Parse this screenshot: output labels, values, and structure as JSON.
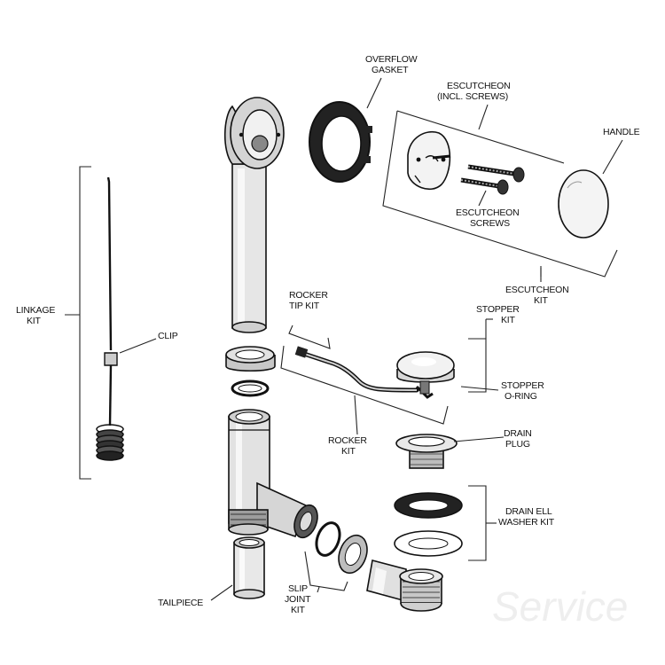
{
  "diagram": {
    "labels": {
      "overflow_gasket": [
        "OVERFLOW",
        "GASKET"
      ],
      "escutcheon_incl_screws": [
        "ESCUTCHEON",
        "(INCL. SCREWS)"
      ],
      "handle": [
        "HANDLE"
      ],
      "escutcheon_screws": [
        "ESCUTCHEON",
        "SCREWS"
      ],
      "escutcheon_kit": [
        "ESCUTCHEON",
        "KIT"
      ],
      "linkage_kit": [
        "LINKAGE",
        "KIT"
      ],
      "clip": [
        "CLIP"
      ],
      "rocker_tip_kit": [
        "ROCKER",
        "TIP KIT"
      ],
      "stopper_kit": [
        "STOPPER",
        "KIT"
      ],
      "stopper_oring": [
        "STOPPER",
        "O-RING"
      ],
      "rocker_kit": [
        "ROCKER",
        "KIT"
      ],
      "drain_plug": [
        "DRAIN",
        "PLUG"
      ],
      "drain_ell_washer_kit": [
        "DRAIN ELL",
        "WASHER KIT"
      ],
      "tailpiece": [
        "TAILPIECE"
      ],
      "slip_joint_kit": [
        "SLIP",
        "JOINT",
        "KIT"
      ]
    },
    "watermark": "Service"
  }
}
